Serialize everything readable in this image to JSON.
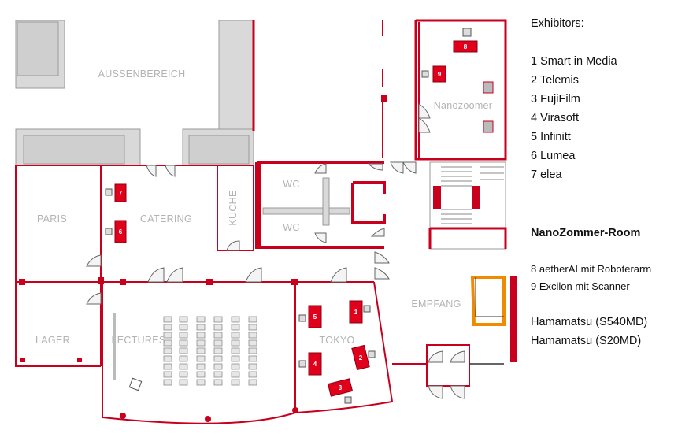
{
  "colors": {
    "wall": "#c8001e",
    "booth": "#e0001b",
    "gray_block": "#d9d9d9",
    "orange": "#f08a00",
    "label": "#b3b3b3"
  },
  "rooms": {
    "aussenbereich": "AUSSENBEREICH",
    "nanozoomer": "Nanozoomer",
    "wc1": "WC",
    "wc2": "WC",
    "kueche": "KÜCHE",
    "paris": "PARIS",
    "catering": "CATERING",
    "lager": "LAGER",
    "lectures": "LECTURES",
    "tokyo": "TOKYO",
    "empfang": "EMPFANG"
  },
  "booths": {
    "b1": "1",
    "b2": "2",
    "b3": "3",
    "b4": "4",
    "b5": "5",
    "b6": "6",
    "b7": "7",
    "b8": "8",
    "b9": "9"
  },
  "legend": {
    "heading": "Exhibitors:",
    "exhibitors": [
      "1 Smart in Media",
      "2 Telemis",
      "3 FujiFilm",
      "4 Virasoft",
      "5 Infinitt",
      "6 Lumea",
      "7 elea"
    ],
    "nano_heading": "NanoZommer-Room",
    "nano_items": [
      "8 aetherAI mit Roboterarm",
      "9 Excilon mit Scanner"
    ],
    "hamamatsu": [
      "Hamamatsu (S540MD)",
      "Hamamatsu (S20MD)"
    ]
  }
}
